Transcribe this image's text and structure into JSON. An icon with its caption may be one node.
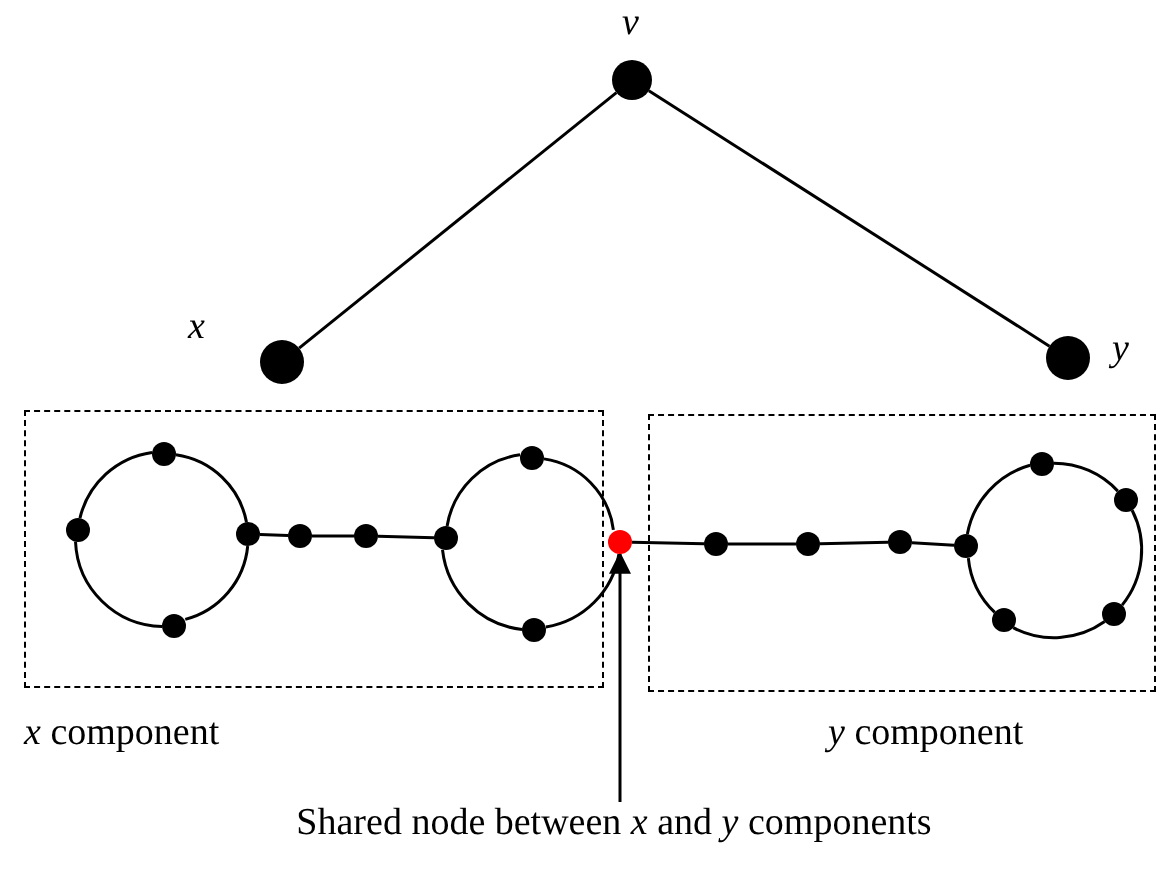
{
  "diagram": {
    "nodes": [
      {
        "text": [],
        "shape": "circle",
        "beside": [
          "v"
        ]
      },
      {
        "text": [],
        "shape": "circle",
        "beside": [
          "x"
        ]
      },
      {
        "text": [],
        "shape": "circle",
        "beside": [
          "y"
        ]
      },
      {
        "text": [
          "*x* component"
        ]
      },
      {
        "text": [
          "*y* component"
        ]
      },
      {
        "text": [],
        "shape": "circle",
        "in": 3
      },
      {
        "text": [],
        "shape": "circle",
        "in": 3
      },
      {
        "text": [],
        "shape": "circle",
        "in": 3
      },
      {
        "text": [],
        "shape": "circle",
        "in": 3
      },
      {
        "text": [],
        "shape": "circle",
        "in": 3
      },
      {
        "text": [],
        "shape": "circle",
        "in": 3
      },
      {
        "text": [],
        "shape": "circle",
        "in": 3
      },
      {
        "text": [],
        "shape": "circle",
        "in": 3
      },
      {
        "text": [],
        "shape": "circle",
        "in": 3
      },
      {
        "text": [],
        "shape": "circle"
      },
      {
        "text": [],
        "shape": "circle",
        "in": 4
      },
      {
        "text": [],
        "shape": "circle",
        "in": 4
      },
      {
        "text": [],
        "shape": "circle",
        "in": 4
      },
      {
        "text": [],
        "shape": "circle",
        "in": 4
      },
      {
        "text": [],
        "shape": "circle",
        "in": 4
      },
      {
        "text": [],
        "shape": "circle",
        "in": 4
      },
      {
        "text": [],
        "shape": "circle",
        "in": 4
      },
      {
        "text": [],
        "shape": "circle",
        "in": 4
      },
      {
        "text": [
          "Shared node between *x* and *y* components"
        ]
      }
    ],
    "edges": [
      {
        "from": 0,
        "to": 1,
        "arrow": "none"
      },
      {
        "from": 0,
        "to": 2,
        "arrow": "none"
      },
      {
        "from": 5,
        "to": 7,
        "arrow": "none"
      },
      {
        "from": 7,
        "to": 8,
        "arrow": "none"
      },
      {
        "from": 8,
        "to": 6,
        "arrow": "none"
      },
      {
        "from": 6,
        "to": 5,
        "arrow": "none"
      },
      {
        "from": 7,
        "to": 9,
        "arrow": "none"
      },
      {
        "from": 9,
        "to": 10,
        "arrow": "none"
      },
      {
        "from": 10,
        "to": 12,
        "arrow": "none"
      },
      {
        "from": 11,
        "to": 14,
        "arrow": "none"
      },
      {
        "from": 14,
        "to": 13,
        "arrow": "none"
      },
      {
        "from": 13,
        "to": 12,
        "arrow": "none"
      },
      {
        "from": 12,
        "to": 11,
        "arrow": "none"
      },
      {
        "from": 14,
        "to": 15,
        "arrow": "none"
      },
      {
        "from": 15,
        "to": 16,
        "arrow": "none"
      },
      {
        "from": 16,
        "to": 17,
        "arrow": "none"
      },
      {
        "from": 17,
        "to": 18,
        "arrow": "none"
      },
      {
        "from": 18,
        "to": 19,
        "arrow": "none"
      },
      {
        "from": 19,
        "to": 20,
        "arrow": "none"
      },
      {
        "from": 20,
        "to": 21,
        "arrow": "none"
      },
      {
        "from": 21,
        "to": 22,
        "arrow": "none"
      },
      {
        "from": 22,
        "to": 18,
        "arrow": "none"
      },
      {
        "from": 23,
        "to": 14,
        "arrow": "to"
      }
    ]
  }
}
